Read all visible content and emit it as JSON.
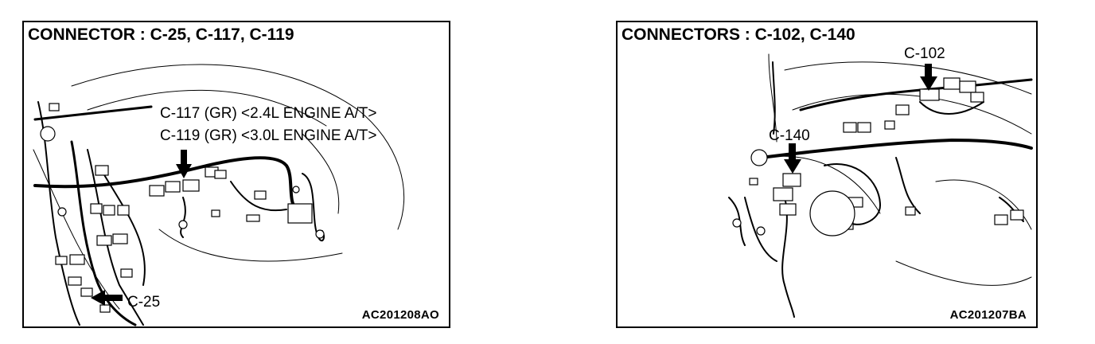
{
  "left": {
    "title": "CONNECTOR : C-25, C-117, C-119",
    "callouts": {
      "c117": "C-117 (GR) <2.4L ENGINE A/T>",
      "c119": "C-119 (GR) <3.0L ENGINE A/T>",
      "c25": "C-25"
    },
    "code": "AC201208AO"
  },
  "right": {
    "title": "CONNECTORS : C-102, C-140",
    "callouts": {
      "c102": "C-102",
      "c140": "C-140"
    },
    "code": "AC201207BA"
  }
}
